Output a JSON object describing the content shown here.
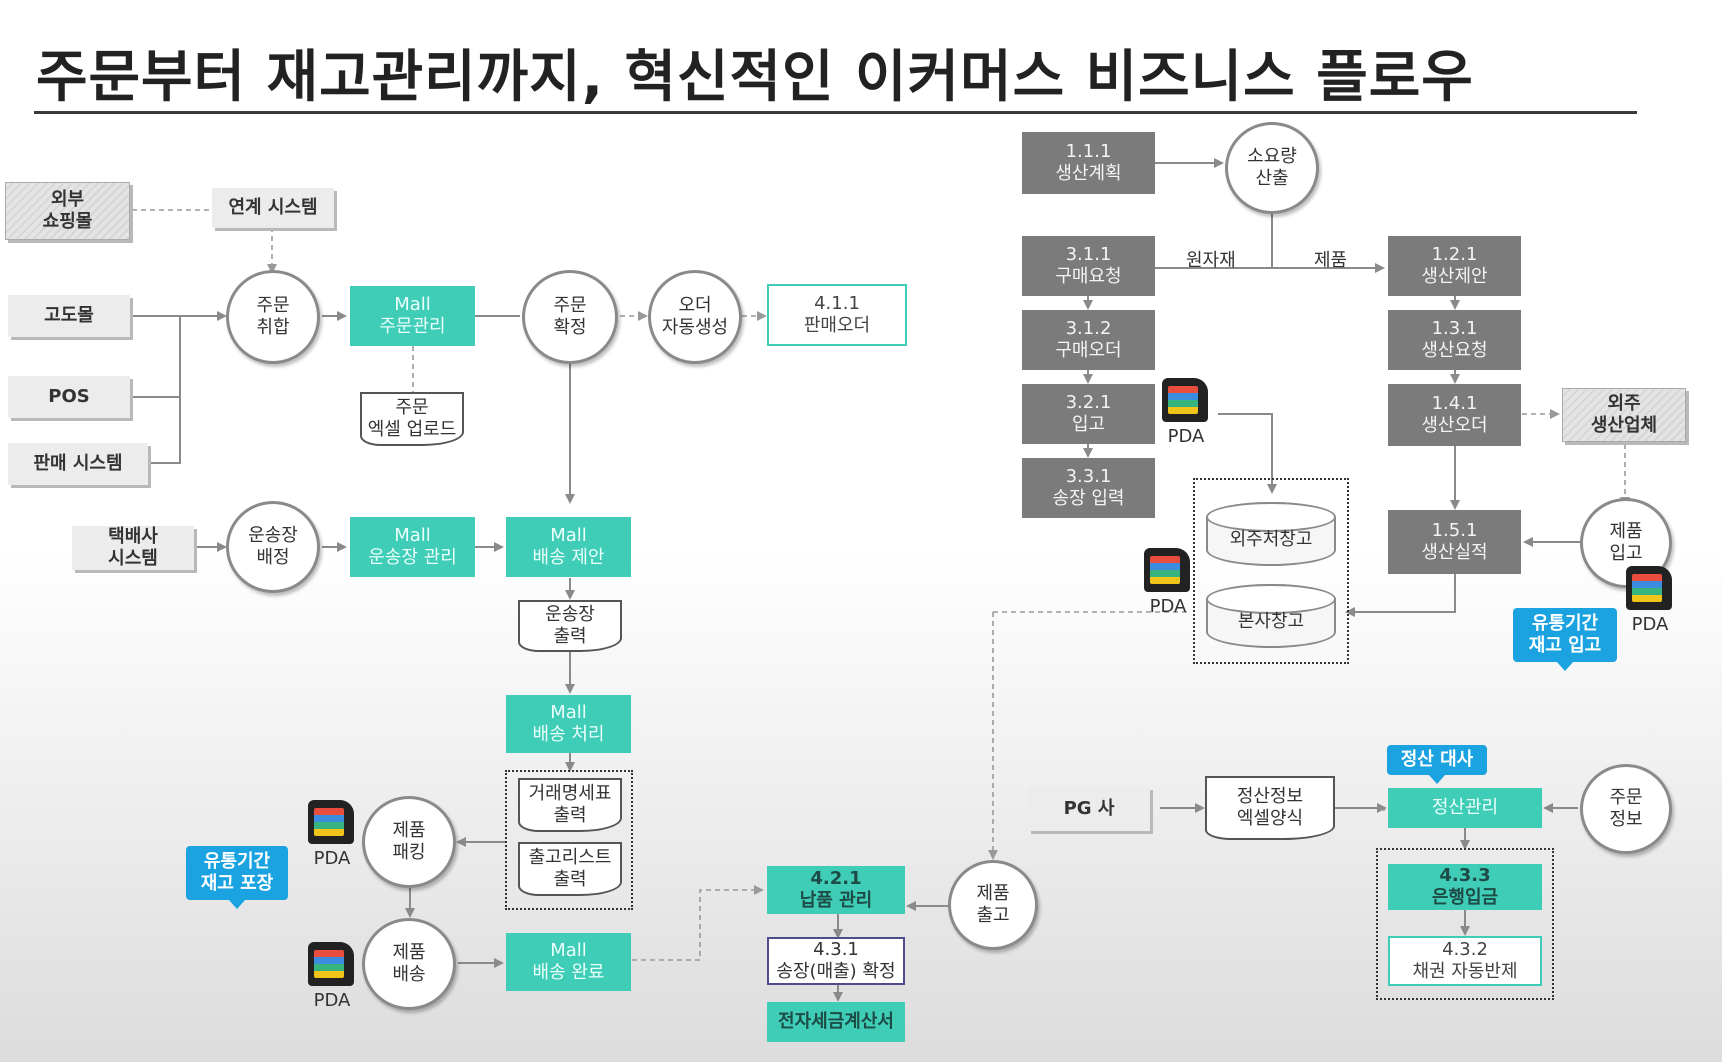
{
  "title": "주문부터 재고관리까지, 혁신적인 이커머스 비즈니스 플로우",
  "nodes": {
    "ext_mall": "외부\n쇼핑몰",
    "link_sys": "연계 시스템",
    "godomall": "고도몰",
    "pos": "POS",
    "sales_sys": "판매 시스템",
    "order_collect": "주문\n취합",
    "mall_order": "Mall\n주문관리",
    "order_confirm": "주문\n확정",
    "order_auto": "오더\n자동생성",
    "sales_order": "4.1.1\n판매오더",
    "order_excel": "주문\n엑셀 업로드",
    "courier_sys": "택배사\n시스템",
    "waybill_assign": "운송장\n배정",
    "mall_waybill": "Mall\n운송장 관리",
    "mall_ship_propose": "Mall\n배송 제안",
    "waybill_print": "운송장\n출력",
    "mall_ship_process": "Mall\n배송 처리",
    "trade_statement": "거래명세표\n출력",
    "release_list": "출고리스트\n출력",
    "product_packing": "제품\n패킹",
    "product_delivery": "제품\n배송",
    "mall_ship_done": "Mall\n배송 완료",
    "delivery_mgmt": "4.2.1\n납품 관리",
    "invoice_confirm": "4.3.1\n송장(매출) 확정",
    "e_tax": "전자세금계산서",
    "product_release": "제품\n출고",
    "prod_plan": "1.1.1\n생산계획",
    "requirement_calc": "소요량\n산출",
    "purchase_request": "3.1.1\n구매요청",
    "purchase_order": "3.1.2\n구매오더",
    "receiving": "3.2.1\n입고",
    "waybill_input": "3.3.1\n송장 입력",
    "prod_propose": "1.2.1\n생산제안",
    "prod_request": "1.3.1\n생산요청",
    "prod_order": "1.4.1\n생산오더",
    "outsource": "외주\n생산업체",
    "prod_result": "1.5.1\n생산실적",
    "product_receipt": "제품\n입고",
    "outsource_wh": "외주처창고",
    "hq_wh": "본사창고",
    "pg": "PG 사",
    "settle_excel": "정산정보\n엑셀양식",
    "settle_mgmt": "정산관리",
    "order_info": "주문\n정보",
    "bank_deposit": "4.3.3\n은행입금",
    "auto_offset": "4.3.2\n채권 자동반제"
  },
  "edge_labels": {
    "raw": "원자재",
    "product": "제품"
  },
  "badges": {
    "expiry_pack": "유통기간\n재고 포장",
    "expiry_receipt": "유통기간\n재고 입고",
    "settle_match": "정산 대사"
  },
  "pda_label": "PDA",
  "colors": {
    "teal": "#3fcdb7",
    "gray": "#7b7b7b",
    "blue_badge": "#1aa3e0",
    "navy": "#4d4d8c"
  }
}
